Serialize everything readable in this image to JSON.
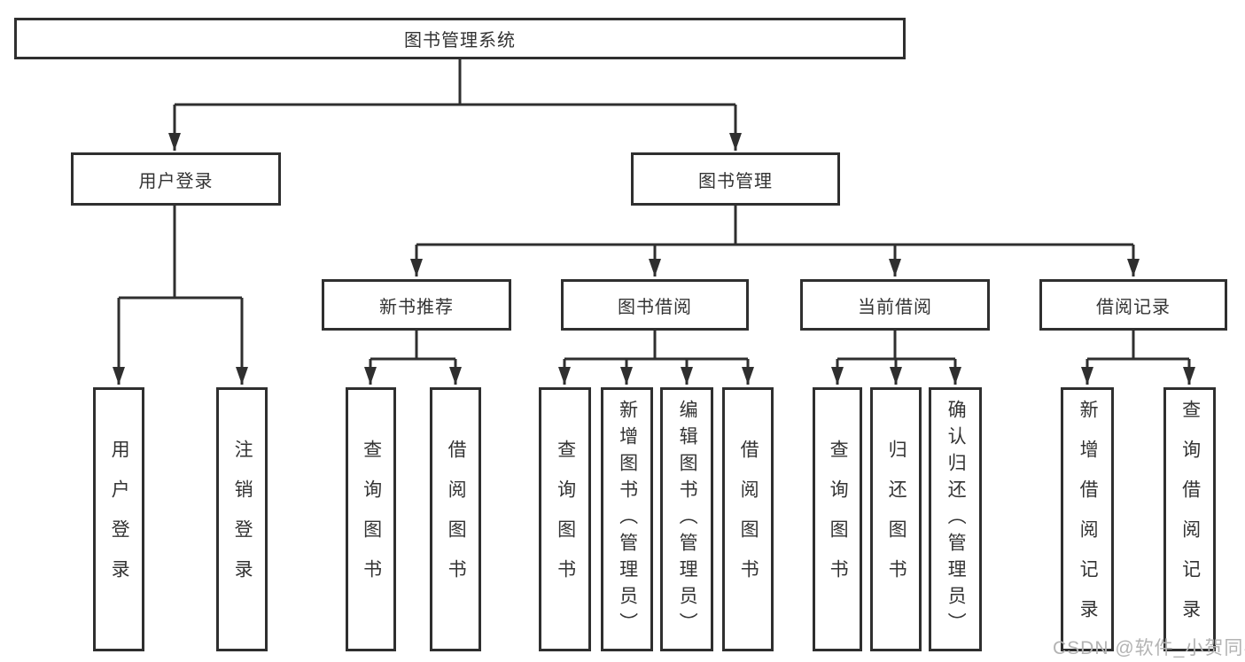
{
  "tree": {
    "label": "图书管理系统",
    "children": [
      {
        "label": "用户登录",
        "children": [
          {
            "label": "用户登录"
          },
          {
            "label": "注销登录"
          }
        ]
      },
      {
        "label": "图书管理",
        "children": [
          {
            "label": "新书推荐",
            "children": [
              {
                "label": "查询图书"
              },
              {
                "label": "借阅图书"
              }
            ]
          },
          {
            "label": "图书借阅",
            "children": [
              {
                "label": "查询图书"
              },
              {
                "label": "新增图书（管理员）"
              },
              {
                "label": "编辑图书（管理员）"
              },
              {
                "label": "借阅图书"
              }
            ]
          },
          {
            "label": "当前借阅",
            "children": [
              {
                "label": "查询图书"
              },
              {
                "label": "归还图书"
              },
              {
                "label": "确认归还（管理员）"
              }
            ]
          },
          {
            "label": "借阅记录",
            "children": [
              {
                "label": "新增借阅记录"
              },
              {
                "label": "查询借阅记录"
              }
            ]
          }
        ]
      }
    ]
  },
  "watermark": {
    "text": "CSDN @软件_小贺同学"
  },
  "colors": {
    "line": "#2f2f2f",
    "text": "#333333",
    "watermark": "#b3b3b3",
    "background": "#ffffff"
  }
}
